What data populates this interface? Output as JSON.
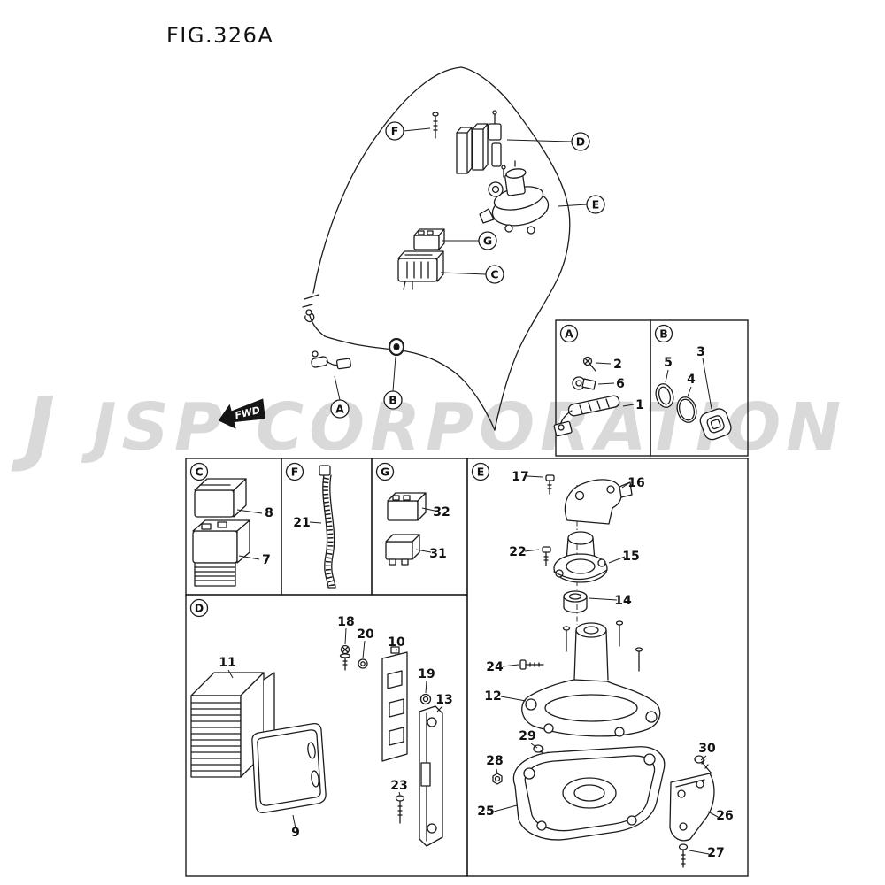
{
  "title": "FIG.326A",
  "watermark": {
    "prefix": "J",
    "text": "JSP CORPORATION"
  },
  "fwd_label": "FWD",
  "figure_callouts": {
    "A": "A",
    "B": "B",
    "C": "C",
    "D": "D",
    "E": "E",
    "F": "F",
    "G": "G"
  },
  "sections": {
    "A": {
      "label": "A",
      "parts": {
        "1": "1",
        "2": "2",
        "6": "6"
      }
    },
    "B": {
      "label": "B",
      "parts": {
        "3": "3",
        "4": "4",
        "5": "5"
      }
    },
    "C": {
      "label": "C",
      "parts": {
        "7": "7",
        "8": "8"
      }
    },
    "F": {
      "label": "F",
      "parts": {
        "21": "21"
      }
    },
    "G": {
      "label": "G",
      "parts": {
        "31": "31",
        "32": "32"
      }
    },
    "D": {
      "label": "D",
      "parts": {
        "9": "9",
        "10": "10",
        "11": "11",
        "13": "13",
        "18": "18",
        "19": "19",
        "20": "20",
        "23": "23"
      }
    },
    "E": {
      "label": "E",
      "parts": {
        "12": "12",
        "14": "14",
        "15": "15",
        "16": "16",
        "17": "17",
        "22": "22",
        "24": "24",
        "25": "25",
        "26": "26",
        "27": "27",
        "28": "28",
        "29": "29",
        "30": "30"
      }
    }
  }
}
